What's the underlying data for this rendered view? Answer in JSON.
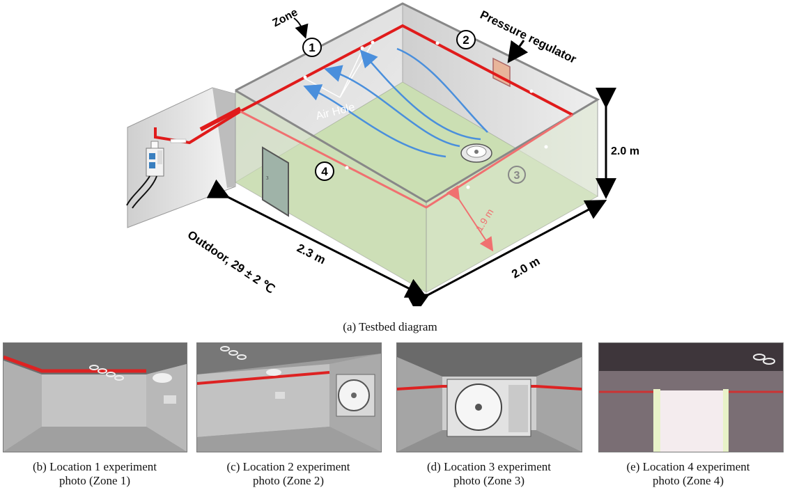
{
  "diagram": {
    "zone_label": "Zone",
    "zones": [
      "1",
      "2",
      "3",
      "4"
    ],
    "pressure_regulator_label": "Pressure regulator",
    "air_hole_label": "Air Hole",
    "height_label": "2.0 m",
    "pipe_height_label": "1.9 m",
    "width_label": "2.0 m",
    "length_label": "2.3 m",
    "outdoor_label": "Outdoor, 29 ± 2 ℃",
    "door_number": "3",
    "colors": {
      "pipe": "#e01b1b",
      "pipe_lower": "#f07070",
      "floor": "#b9d49a",
      "airflow": "#4a8fdc"
    }
  },
  "captions": {
    "a": "(a) Testbed diagram",
    "b": [
      "(b) Location 1 experiment",
      "photo (Zone 1)"
    ],
    "c": [
      "(c) Location 2 experiment",
      "photo (Zone 2)"
    ],
    "d": [
      "(d) Location 3 experiment",
      "photo (Zone 3)"
    ],
    "e": [
      "(e) Location 4 experiment",
      "photo (Zone 4)"
    ]
  }
}
